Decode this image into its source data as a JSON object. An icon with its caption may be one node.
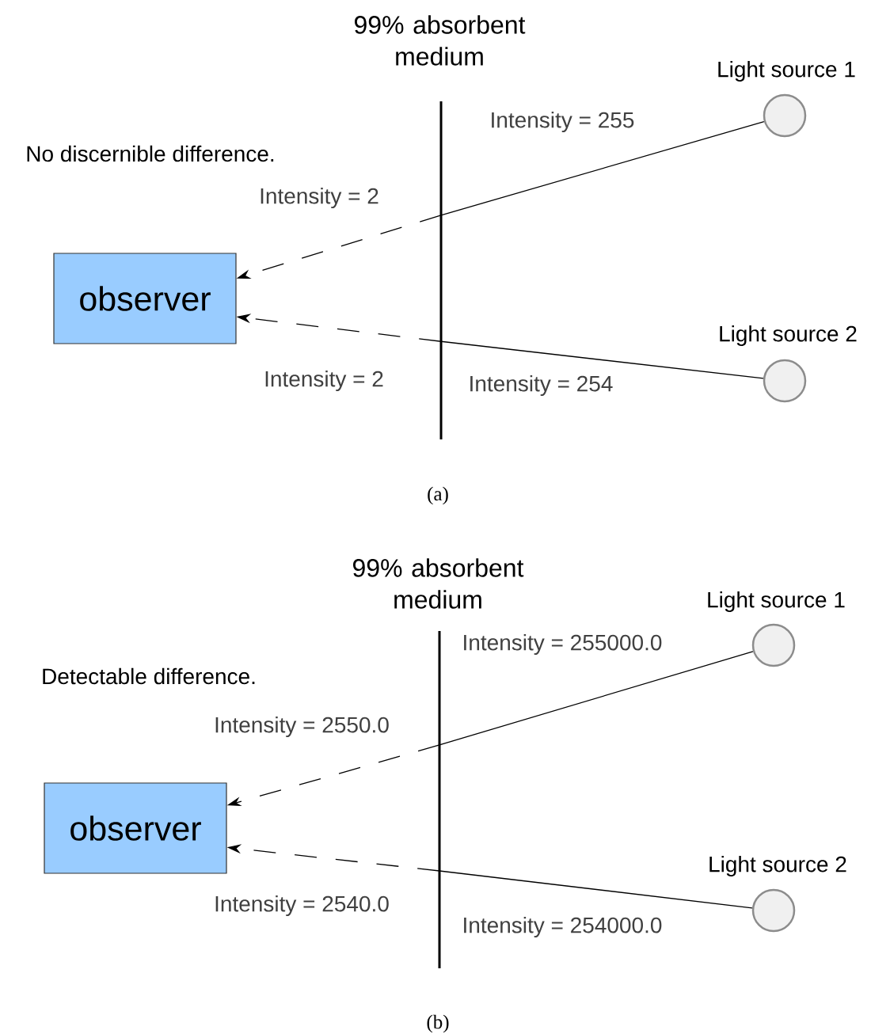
{
  "diagram": {
    "nodes": [
      {
        "text": [
          "99% absorbent medium"
        ]
      },
      {
        "text": [
          "Light source 1"
        ]
      },
      {
        "text": [
          "observer"
        ]
      },
      {
        "text": [
          "Light source 2"
        ]
      },
      {
        "text": [
          "99% absorbent medium"
        ]
      },
      {
        "text": [
          "Light source 1"
        ]
      },
      {
        "text": [
          "observer"
        ]
      },
      {
        "text": [
          "Light source 2"
        ]
      }
    ],
    "edges": [
      {
        "from": 1,
        "to": 0,
        "arrow": "none",
        "label": "Intensity = 255"
      },
      {
        "from": 0,
        "to": 2,
        "arrow": "to",
        "style": "dashed",
        "label": "Intensity = 2"
      },
      {
        "from": 3,
        "to": 0,
        "arrow": "none",
        "label": "Intensity = 254"
      },
      {
        "from": 0,
        "to": 2,
        "arrow": "to",
        "style": "dashed",
        "label": "Intensity = 2"
      },
      {
        "from": 5,
        "to": 4,
        "arrow": "none",
        "label": "Intensity = 255000.0"
      },
      {
        "from": 4,
        "to": 6,
        "arrow": "to",
        "style": "dashed",
        "label": "Intensity = 2550.0"
      },
      {
        "from": 7,
        "to": 4,
        "arrow": "none",
        "label": "Intensity = 254000.0"
      },
      {
        "from": 4,
        "to": 6,
        "arrow": "to",
        "style": "dashed",
        "label": "Intensity = 2540.0"
      }
    ],
    "labels": [
      "No discernible difference.",
      "(a)",
      "Detectable difference.",
      "(b)"
    ]
  }
}
